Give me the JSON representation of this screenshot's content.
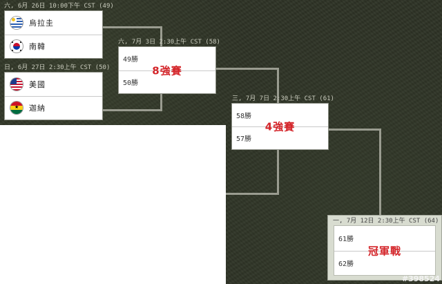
{
  "matches": {
    "m49": {
      "header": "六, 6月 26日 10:00下午 CST (49)",
      "team1": {
        "name": "烏拉圭",
        "flag": "uruguay-flag-icon"
      },
      "team2": {
        "name": "南韓",
        "flag": "south-korea-flag-icon"
      }
    },
    "m50": {
      "header": "日, 6月 27日 2:30上午 CST (50)",
      "team1": {
        "name": "美國",
        "flag": "usa-flag-icon"
      },
      "team2": {
        "name": "迦納",
        "flag": "ghana-flag-icon"
      }
    },
    "m58": {
      "header": "六, 7月 3日 2:30上午 CST (58)",
      "slot1": "49勝",
      "slot2": "50勝",
      "stage": "8強賽"
    },
    "m61": {
      "header": "三, 7月 7日 2:30上午 CST (61)",
      "slot1": "58勝",
      "slot2": "57勝",
      "stage": "4強賽"
    },
    "m64": {
      "header": "一, 7月 12日 2:30上午 CST (64)",
      "slot1": "61勝",
      "slot2": "62勝",
      "stage": "冠軍戰"
    }
  },
  "watermark": "#398524",
  "colors": {
    "stage_text": "#d4252a",
    "connector": "#9a9c90",
    "background": "#2e3326"
  }
}
